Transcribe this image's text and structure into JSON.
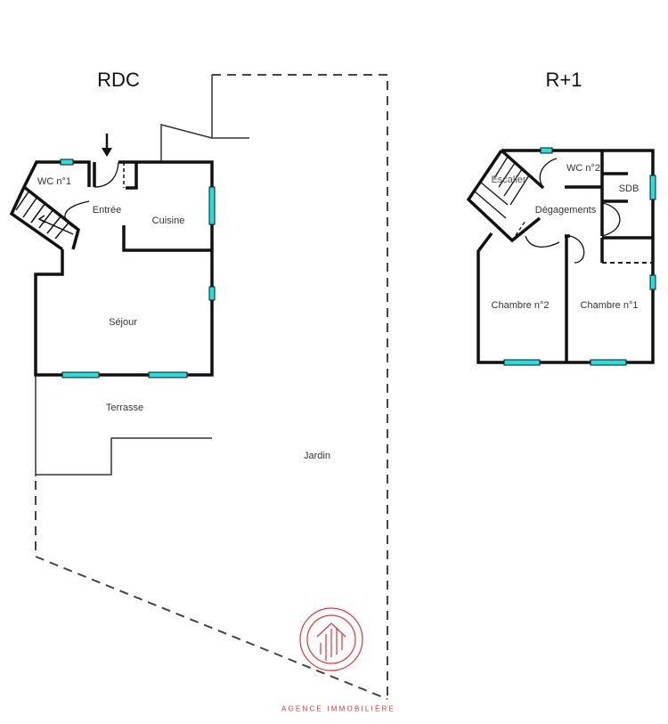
{
  "floors": {
    "ground": {
      "title": "RDC",
      "rooms": {
        "wc": "WC n°1",
        "entree": "Entrée",
        "cuisine": "Cuisine",
        "sejour": "Séjour",
        "terrasse": "Terrasse",
        "jardin": "Jardin"
      }
    },
    "upper": {
      "title": "R+1",
      "rooms": {
        "escalier": "Escalier",
        "wc": "WC n°2",
        "sdb": "SDB",
        "degagements": "Dégagements",
        "chambre2": "Chambre n°2",
        "chambre1": "Chambre n°1"
      }
    }
  },
  "brand": {
    "name": "AGENCE IMMOBILIÈRE"
  },
  "colors": {
    "wall": "#111111",
    "window": "#22e0e0",
    "logo": "#d9343a",
    "dashed": "#444444"
  }
}
